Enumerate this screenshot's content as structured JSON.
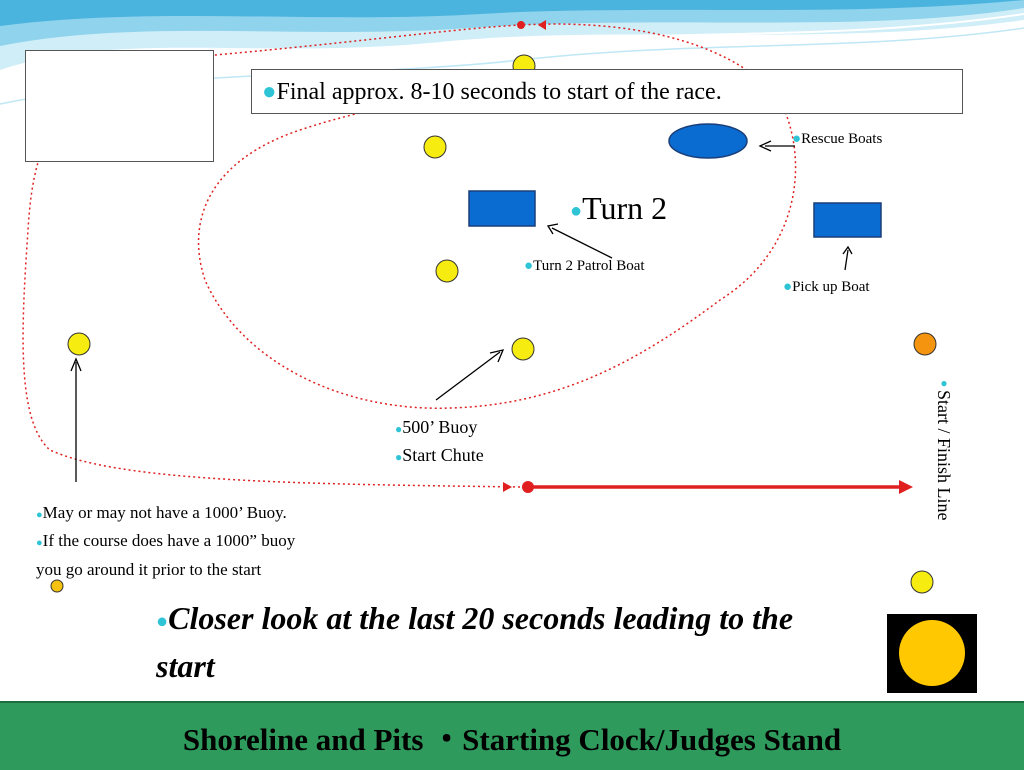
{
  "title": "Final approx. 8-10 seconds to start of the race.",
  "labels": {
    "rescue_boats": "Rescue Boats",
    "turn2": "Turn 2",
    "turn2_patrol": "Turn 2 Patrol Boat",
    "pickup": "Pick up Boat",
    "buoy500": "500’ Buoy",
    "start_chute": "Start Chute",
    "start_finish": "Start / Finish Line",
    "buoy1000_line1": "May or may not have a 1000’ Buoy.",
    "buoy1000_line2": "If the course does have a 1000” buoy",
    "buoy1000_line3": "you go around it prior to the start"
  },
  "closer_look": "Closer look at the last 20 seconds leading to the start",
  "footer": "Shoreline and Pits ・Starting Clock/Judges Stand",
  "colors": {
    "buoy_yellow": "#f7ec10",
    "buoy_orange": "#f5940f",
    "boat_blue": "#0a6bd0",
    "course_red": "#e02020",
    "bullet_cyan": "#2ec4d6",
    "footer_green": "#2e9a5c",
    "clock_gold": "#ffc800"
  }
}
